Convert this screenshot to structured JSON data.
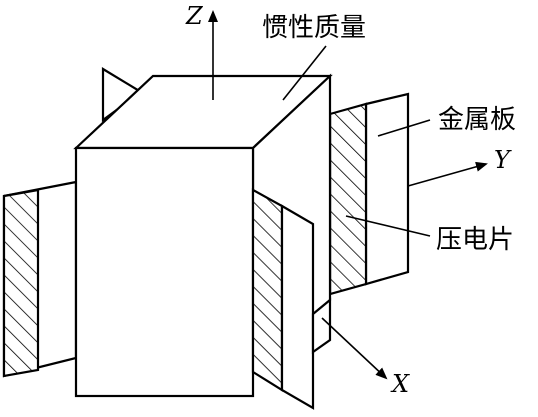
{
  "labels": {
    "z_axis": "Z",
    "y_axis": "Y",
    "x_axis": "X",
    "mass": "惯性质量",
    "metal_plate": "金属板",
    "piezo": "压电片"
  }
}
